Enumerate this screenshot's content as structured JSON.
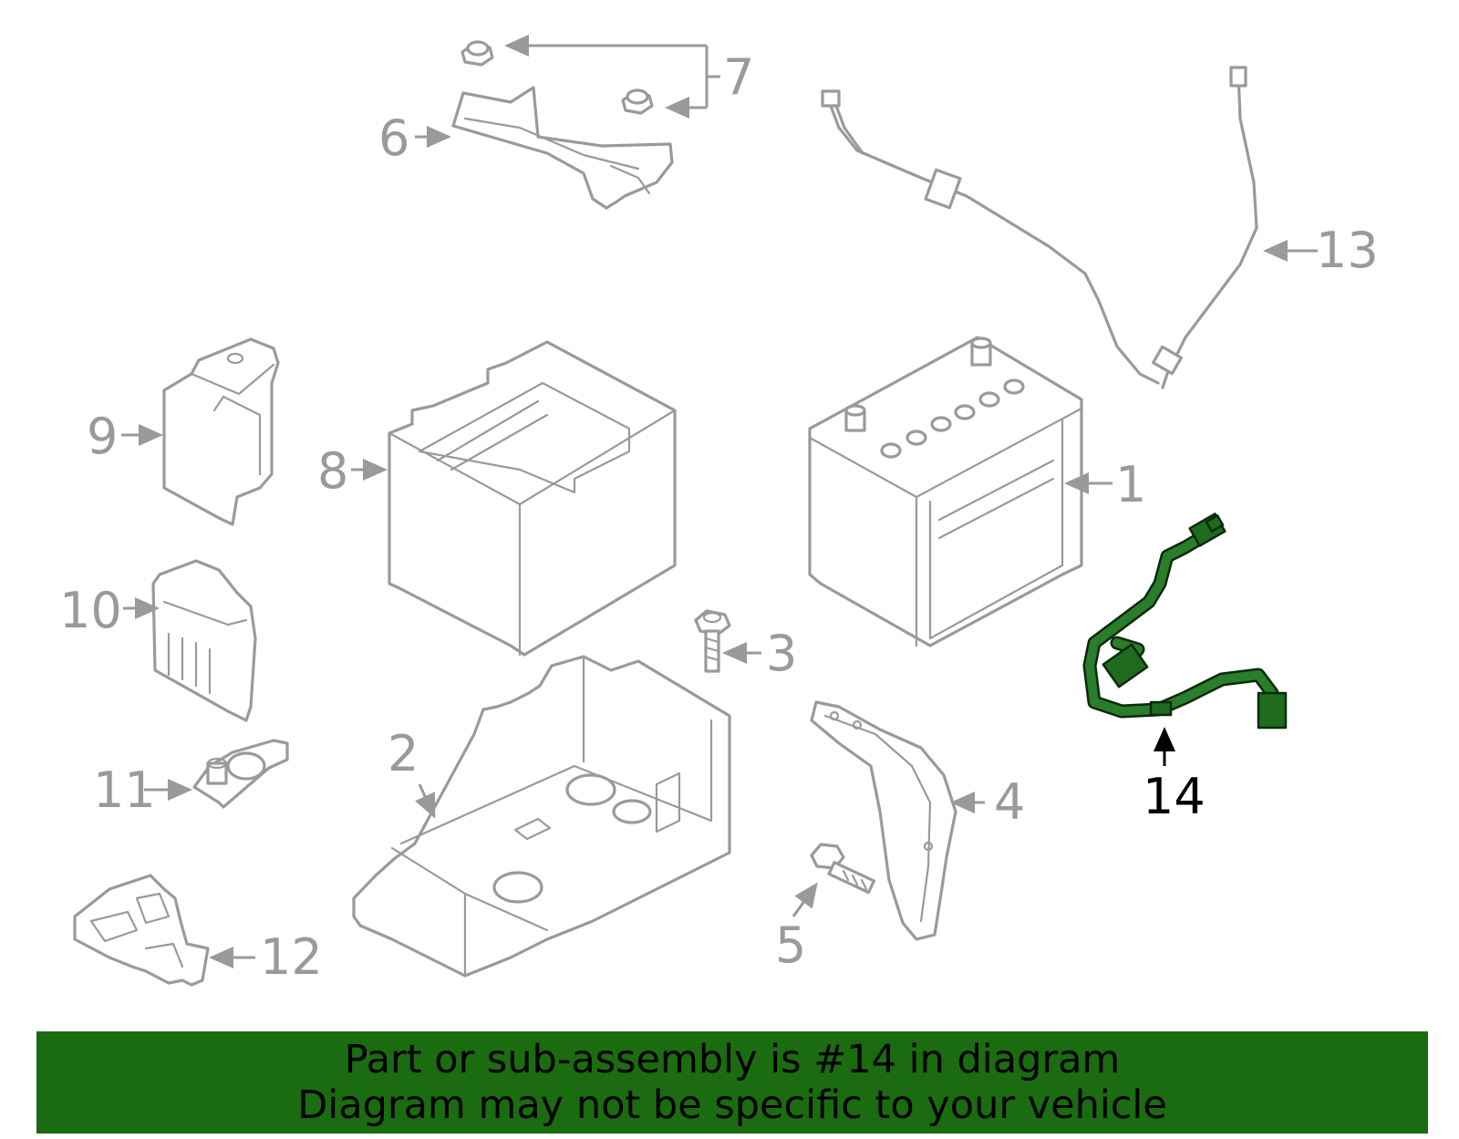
{
  "diagram": {
    "callouts": [
      {
        "id": "1",
        "label": "1"
      },
      {
        "id": "2",
        "label": "2"
      },
      {
        "id": "3",
        "label": "3"
      },
      {
        "id": "4",
        "label": "4"
      },
      {
        "id": "5",
        "label": "5"
      },
      {
        "id": "6",
        "label": "6"
      },
      {
        "id": "7",
        "label": "7"
      },
      {
        "id": "8",
        "label": "8"
      },
      {
        "id": "9",
        "label": "9"
      },
      {
        "id": "10",
        "label": "10"
      },
      {
        "id": "11",
        "label": "11"
      },
      {
        "id": "12",
        "label": "12"
      },
      {
        "id": "13",
        "label": "13"
      },
      {
        "id": "14",
        "label": "14"
      }
    ],
    "highlighted_part": "14",
    "colors": {
      "part_stroke": "#9a9a9a",
      "highlight_fill": "#1e6b1e",
      "highlight_text": "#000000",
      "banner_background": "#1b6b10"
    }
  },
  "banner": {
    "line1": "Part or sub-assembly is #14 in diagram",
    "line2": "Diagram may not be specific to your vehicle"
  }
}
